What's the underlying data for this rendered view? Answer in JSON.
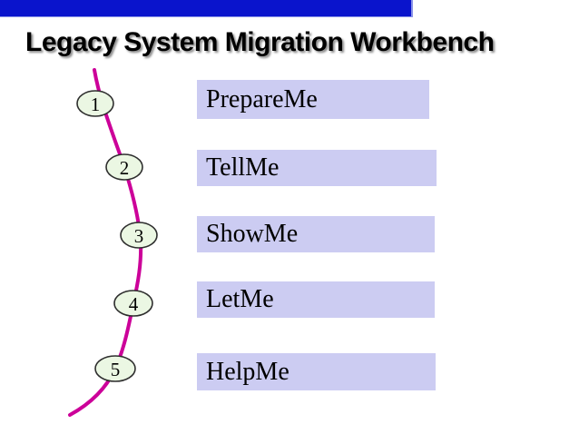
{
  "slide": {
    "title": "Legacy System Migration Workbench",
    "steps": [
      {
        "number": "1",
        "label": "PrepareMe"
      },
      {
        "number": "2",
        "label": "TellMe"
      },
      {
        "number": "3",
        "label": "ShowMe"
      },
      {
        "number": "4",
        "label": "LetMe"
      },
      {
        "number": "5",
        "label": "HelpMe"
      }
    ],
    "colors": {
      "top_bar": "#0a14cc",
      "box_fill": "#ccccf2",
      "ellipse_fill": "#ebf7e3",
      "ellipse_stroke": "#2e2e2e",
      "curve": "#cc0099",
      "title_color": "#000000"
    }
  }
}
